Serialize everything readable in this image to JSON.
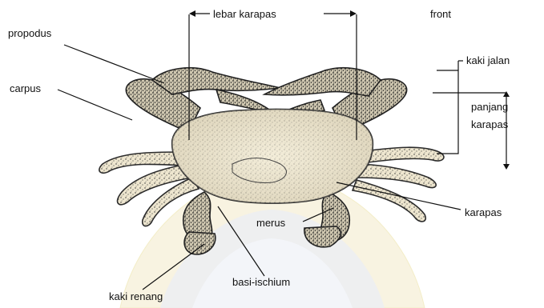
{
  "diagram": {
    "labels": {
      "lebar_karapas": "lebar karapas",
      "front": "front",
      "propodus": "propodus",
      "carpus": "carpus",
      "kaki_jalan": "kaki jalan",
      "panjang_karapas_line1": "panjang",
      "panjang_karapas_line2": "karapas",
      "karapas": "karapas",
      "merus": "merus",
      "basi_ischium": "basi-ischium",
      "kaki_renang": "kaki renang"
    },
    "background_watermark": {
      "description": "",
      "colors": {
        "fill": "#f3ebc9",
        "stroke": "#eadf9c"
      }
    }
  }
}
